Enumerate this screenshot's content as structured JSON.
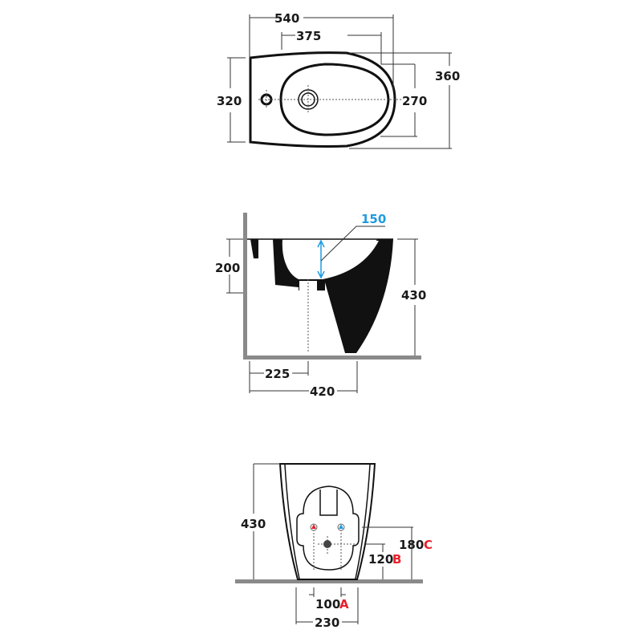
{
  "top_view": {
    "length": "540",
    "basin_length": "375",
    "depth_rear": "320",
    "basin_width": "270",
    "width": "360"
  },
  "side_view": {
    "water_depth": "150",
    "inlet_height": "200",
    "height": "430",
    "drain_offset": "225",
    "base_length": "420"
  },
  "front_view": {
    "height": "430",
    "dim_c_value": "180",
    "dim_c_letter": "C",
    "dim_b_value": "120",
    "dim_b_letter": "B",
    "dim_a_value": "100",
    "dim_a_letter": "A",
    "base_width": "230"
  },
  "colors": {
    "accent_blue": "#1e9be0",
    "accent_red": "#e8202a",
    "wall_grey": "#8a8a8a"
  }
}
